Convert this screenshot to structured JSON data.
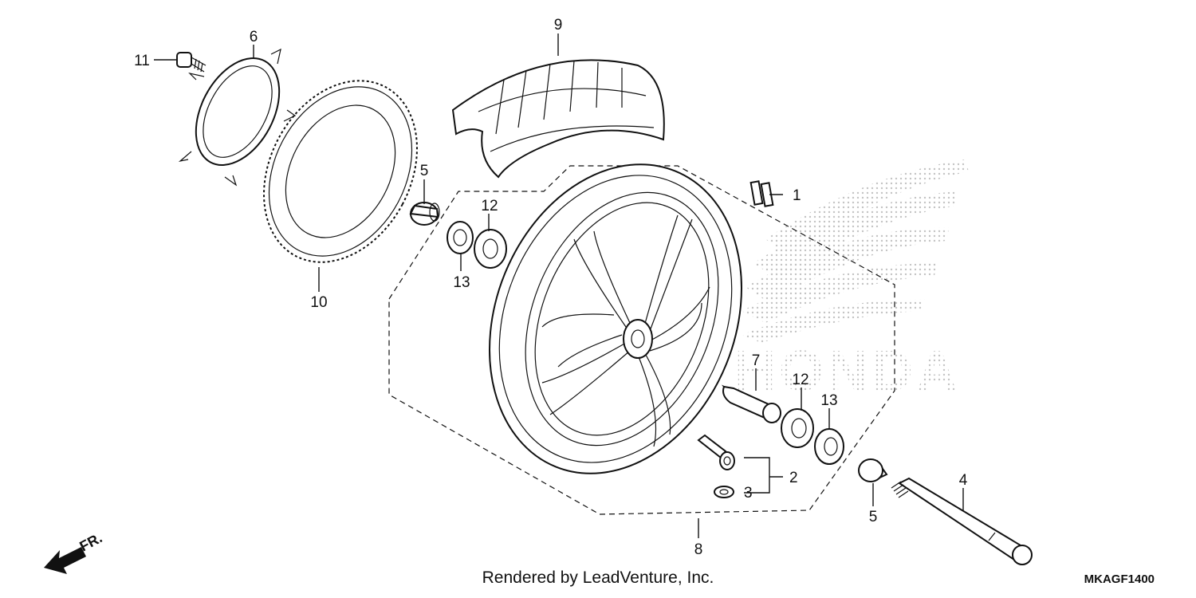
{
  "diagram": {
    "callouts": [
      {
        "id": "c1",
        "label": "1"
      },
      {
        "id": "c2",
        "label": "2"
      },
      {
        "id": "c3",
        "label": "3"
      },
      {
        "id": "c4",
        "label": "4"
      },
      {
        "id": "c5a",
        "label": "5"
      },
      {
        "id": "c5b",
        "label": "5"
      },
      {
        "id": "c6",
        "label": "6"
      },
      {
        "id": "c7",
        "label": "7"
      },
      {
        "id": "c8",
        "label": "8"
      },
      {
        "id": "c9",
        "label": "9"
      },
      {
        "id": "c10",
        "label": "10"
      },
      {
        "id": "c11",
        "label": "11"
      },
      {
        "id": "c12a",
        "label": "12"
      },
      {
        "id": "c12b",
        "label": "12"
      },
      {
        "id": "c13a",
        "label": "13"
      },
      {
        "id": "c13b",
        "label": "13"
      }
    ],
    "direction_label": "FR.",
    "footer_text": "Rendered by LeadVenture, Inc.",
    "diagram_code": "MKAGF1400",
    "watermark_text": "HONDA",
    "colors": {
      "ink": "#111111",
      "background": "#ffffff",
      "watermark": "#c8c8c8"
    }
  }
}
